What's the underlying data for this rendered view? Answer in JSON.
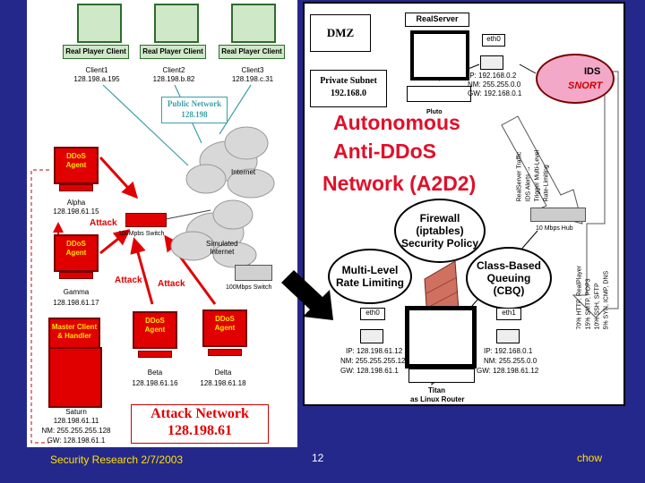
{
  "clients": [
    {
      "tag": "Real Player Client",
      "name": "Client1",
      "ip": "128.198.a.195"
    },
    {
      "tag": "Real Player Client",
      "name": "Client2",
      "ip": "128.198.b.82"
    },
    {
      "tag": "Real Player Client",
      "name": "Client3",
      "ip": "128.198.c.31"
    }
  ],
  "public_network": {
    "line1": "Public Network",
    "line2": "128.198"
  },
  "internet_label": "Internet",
  "simulated_internet_label": "Simulated\nInternet",
  "switch_label": "100Mpbs Switch",
  "switch2_label": "100Mbps Switch",
  "attack_labels": [
    "Attack",
    "Attack",
    "Attack"
  ],
  "agents": {
    "alpha": {
      "label": "DDoS\nAgent",
      "name": "Alpha",
      "ip": "128.198.61.15"
    },
    "gamma": {
      "label": "DDoS\nAgent",
      "name": "Gamma",
      "ip": "128.198.61.17"
    },
    "beta": {
      "label": "DDoS\nAgent",
      "name": "Beta",
      "ip": "128.198.61.16"
    },
    "delta": {
      "label": "DDoS\nAgent",
      "name": "Delta",
      "ip": "128.198.61.18"
    },
    "saturn": {
      "label": "Master Client\n& Handler",
      "name": "Saturn",
      "ip": "128.198.61.11",
      "nm": "NM: 255.255.255.128",
      "gw": "GW: 128.198.61.1"
    }
  },
  "attack_network": {
    "line1": "Attack Network",
    "line2": "128.198.61"
  },
  "dmz": "DMZ",
  "realserver": "RealServer",
  "eth0_top": "eth0",
  "pluto": {
    "ip": "IP: 192.168.0.2",
    "nm": "NM: 255.255.0.0",
    "gw": "GW: 192.168.0.1",
    "name": "Pluto"
  },
  "private_subnet": {
    "line1": "Private Subnet",
    "line2": "192.168.0"
  },
  "ids": {
    "top": "IDS",
    "bottom": "SNORT"
  },
  "title": [
    "Autonomous",
    "Anti-DDoS",
    "Network (A2D2)"
  ],
  "ids_text": [
    "RealServer Traffic",
    "IDS Alerts →",
    "Trigger Multi-Level",
    "Rate-Limiting"
  ],
  "hub_label": "10 Mbps Hub",
  "firewall": [
    "Firewall",
    "(iptables)",
    "Security Policy"
  ],
  "rate_limiting": [
    "Multi-Level",
    "Rate Limiting"
  ],
  "cbq": [
    "Class-Based",
    "Queuing",
    "(CBQ)"
  ],
  "cbq_text": [
    "70% HTTP, RealPlayer",
    "15% SMTP, POP3",
    "10% SSH, SFTP",
    "5% SYN, ICMP, DNS"
  ],
  "titan": {
    "eth0": "eth0",
    "eth1": "eth1",
    "left_ip": "IP: 128.198.61.12",
    "left_nm": "NM: 255.255.255.128",
    "left_gw": "GW: 128.198.61.1",
    "right_ip": "IP: 192.168.0.1",
    "right_nm": "NM: 255.255.0.0",
    "right_gw": "GW: 128.198.61.12",
    "name": "Titan",
    "role": "as Linux Router"
  },
  "footer": {
    "left": "Security Research 2/7/2003",
    "center": "12",
    "right": "chow"
  },
  "colors": {
    "background": "#24288a",
    "attack": "#e00000",
    "agent_text": "#ffe000",
    "title_red": "#e0102a",
    "tag_green": "#cfe8c8",
    "link_teal": "#3aa0a8"
  }
}
